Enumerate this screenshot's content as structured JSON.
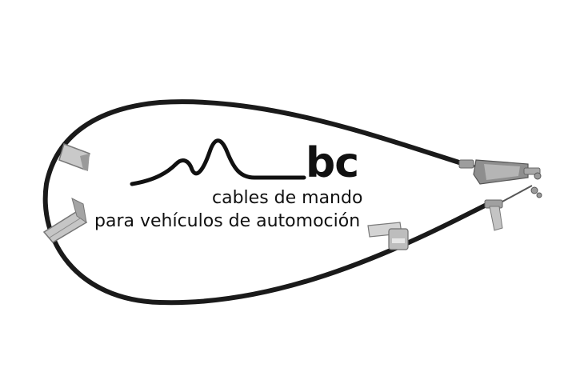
{
  "logo": {
    "mark": "bc",
    "line1": "cables de mando",
    "line2": "para vehículos de automoción"
  },
  "colors": {
    "background": "#ffffff",
    "cable": "#1a1a1a",
    "metal": "#b8b8b8",
    "logo_text": "#111111"
  }
}
